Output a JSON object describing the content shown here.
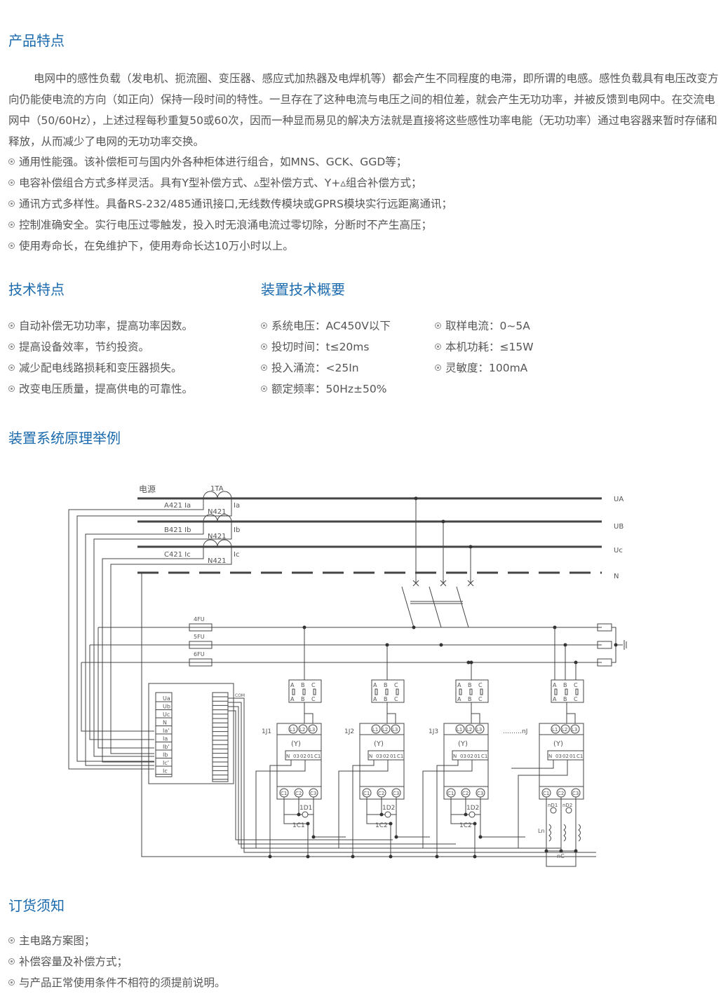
{
  "features": {
    "title": "产品特点",
    "intro": "电网中的感性负载（发电机、扼流圈、变压器、感应式加热器及电焊机等）都会产生不同程度的电滞，即所谓的电感。感性负载具有电压改变方向仍能使电流的方向（如正向）保持一段时间的特性。一旦存在了这种电流与电压之间的相位差，就会产生无功功率，并被反馈到电网中。在交流电网中（50/60Hz），上述过程每秒重复50或60次，因而一种显而易见的解决方法就是直接将这些感性功率电能（无功功率）通过电容器来暂时存储和释放，从而减少了电网的无功功率交换。",
    "items": [
      "通用性能强。该补偿柜可与国内外各种柜体进行组合，如MNS、GCK、GGD等；",
      "电容补偿组合方式多样灵活。具有Y型补偿方式、▵型补偿方式、Y+▵组合补偿方式；",
      "通讯方式多样性。具备RS-232/485通讯接口,无线数传模块或GPRS模块实行远距离通讯；",
      "控制准确安全。实行电压过零触发，投入时无浪涌电流过零切除，分断时不产生高压；",
      "使用寿命长，在免维护下，使用寿命长达10万小时以上。"
    ]
  },
  "tech": {
    "title": "技术特点",
    "items": [
      "自动补偿无功功率，提高功率因数。",
      "提高设备效率，节约投资。",
      "减少配电线路损耗和变压器损失。",
      "改变电压质量，提高供电的可靠性。"
    ]
  },
  "overview": {
    "title": "装置技术概要",
    "col1": [
      "系统电压：AC450V以下",
      "投切时间：t≤20ms",
      "投入涌流：<25In",
      "额定频率：50Hz±50%"
    ],
    "col2": [
      "取样电流：0~5A",
      "本机功耗：≤15W",
      "灵敏度：100mA"
    ]
  },
  "diagram": {
    "title": "装置系统原理举例",
    "source": "电源",
    "ct": "1TA",
    "bus": [
      "UA",
      "UB",
      "Uc",
      "N"
    ],
    "phase_left": [
      "A421  Ia",
      "B421  Ib",
      "C421  Ic"
    ],
    "phase_right": [
      "Ia",
      "Ib",
      "Ic"
    ],
    "n421": "N421",
    "fuses": [
      "4FU",
      "5FU",
      "6FU"
    ],
    "terminals": [
      "Ua",
      "Ub",
      "Uc",
      "N",
      "Ia'",
      "Ia",
      "Ib'",
      "Ib",
      "Ic'",
      "Ic"
    ],
    "com": "COM",
    "modules": [
      {
        "name": "1J1",
        "d": "1D1",
        "c": "1C1"
      },
      {
        "name": "1J2",
        "d": "1D2",
        "c": "1C2"
      },
      {
        "name": "1J3",
        "d": "1D2",
        "c": "1C2"
      },
      {
        "name": "………nJ",
        "d": "nD1",
        "d2": "nD2",
        "c": "nC",
        "l": "Ln"
      }
    ],
    "module_top": [
      "L1",
      "L2",
      "L3"
    ],
    "module_type": "(Y)",
    "module_pins": [
      "N",
      "03",
      "02",
      "01",
      "C1"
    ],
    "module_bottom": [
      "C1",
      "C2",
      "C3"
    ],
    "abc": [
      "A",
      "B",
      "C"
    ]
  },
  "order": {
    "title": "订货须知",
    "items": [
      "主电路方案图；",
      "补偿容量及补偿方式；",
      "与产品正常使用条件不相符的须提前说明。"
    ]
  }
}
